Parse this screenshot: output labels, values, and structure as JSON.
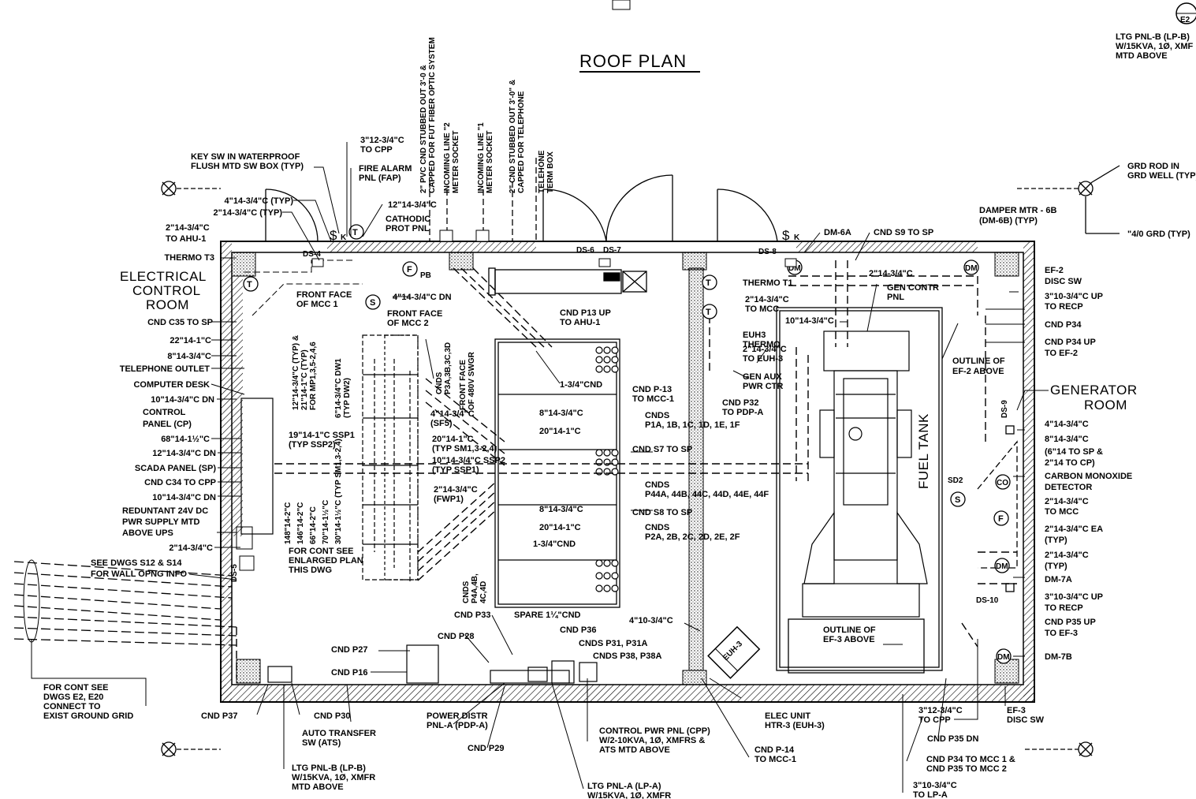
{
  "title": "ROOF PLAN",
  "rooms": {
    "electrical_control": [
      "ELECTRICAL",
      "CONTROL",
      "ROOM"
    ],
    "generator": [
      "GENERATOR",
      "ROOM"
    ],
    "fuel_tank": "FUEL TANK"
  },
  "top_callouts": [
    {
      "lines": [
        "KEY SW IN WATERPROOF",
        "FLUSH MTD SW BOX (TYP)"
      ]
    },
    {
      "lines": [
        "3\"12-3/4\"C",
        "TO CPP"
      ]
    },
    {
      "lines": [
        "FIRE ALARM",
        "PNL (FAP)"
      ]
    },
    {
      "lines": [
        "12\"14-3/4\"C"
      ]
    },
    {
      "lines": [
        "CATHODIC",
        "PROT PNL"
      ]
    }
  ],
  "vertical_callouts": [
    [
      "2\" PVC CND STUBBED OUT 3'-0 &",
      "CAPPED FOR FUT FIBER OPTIC SYSTEM"
    ],
    [
      "INCOMING LINE \"2",
      "METER SOCKET"
    ],
    [
      "INCOMING LINE \"1",
      "METER SOCKET"
    ],
    [
      "2\" CND STUBBED OUT 3'-0\" &",
      "CAPPED FOR TELEPHONE"
    ],
    [
      "TELEHONE",
      "TERM BOX"
    ]
  ],
  "left_callouts": [
    "4\"14-3/4\"C (TYP)",
    "2\"14-3/4\"C (TYP)",
    "2\"14-3/4\"C",
    "TO AHU-1",
    "THERMO T3",
    "CND C35 TO SP",
    "22\"14-1\"C",
    "8\"14-3/4\"C",
    "TELEPHONE OUTLET",
    "COMPUTER DESK",
    "10\"14-3/4\"C DN",
    "CONTROL",
    "PANEL (CP)",
    "68\"14-1½\"C",
    "12\"14-3/4\"C DN",
    "SCADA PANEL (SP)",
    "CND C34 TO CPP",
    "10\"14-3/4\"C DN",
    "REDUNTANT 24V DC",
    "PWR SUPPLY MTD",
    "ABOVE UPS",
    "2\"14-3/4\"C",
    "SEE DWGS S12 & S14",
    "FOR WALL OPNG INFO"
  ],
  "interior_notes": [
    {
      "lines": [
        "FRONT FACE",
        "OF MCC 1"
      ]
    },
    {
      "lines": [
        "FRONT FACE",
        "OF MCC 2"
      ]
    },
    {
      "lines": [
        "4\"14-3/4\"C DN"
      ]
    },
    {
      "lines": [
        "CNDS",
        "P3A,3B,3C,3D"
      ]
    },
    {
      "lines": [
        "FRONT FACE",
        "OF 480V SWGR"
      ]
    },
    {
      "lines": [
        "CND P13 UP",
        "TO AHU-1"
      ]
    },
    {
      "lines": [
        "1-3/4\"CND"
      ]
    },
    {
      "lines": [
        "8\"14-3/4\"C"
      ]
    },
    {
      "lines": [
        "20\"14-1\"C"
      ]
    },
    {
      "lines": [
        "4\"14-3/4\"C",
        "(SF5)"
      ]
    },
    {
      "lines": [
        "20\"14-1\"C",
        "(TYP SM1,3-2,4)"
      ]
    },
    {
      "lines": [
        "10\"14-3/4\"C SSP2",
        "(TYP SSP1)"
      ]
    },
    {
      "lines": [
        "19\"14-1\"C SSP1",
        "(TYP SSP2)"
      ]
    },
    {
      "lines": [
        "2\"14-3/4\"C",
        "(FWP1)"
      ]
    },
    {
      "lines": [
        "8\"14-3/4\"C"
      ]
    },
    {
      "lines": [
        "20\"14-1\"C"
      ]
    },
    {
      "lines": [
        "1-3/4\"CND"
      ]
    },
    {
      "lines": [
        "CND P-13",
        "TO MCC-1"
      ]
    },
    {
      "lines": [
        "CNDS",
        "P1A, 1B, 1C, 1D, 1E, 1F"
      ]
    },
    {
      "lines": [
        "CND S7 TO SP"
      ]
    },
    {
      "lines": [
        "CNDS",
        "P44A, 44B, 44C, 44D, 44E, 44F"
      ]
    },
    {
      "lines": [
        "CND S8 TO SP"
      ]
    },
    {
      "lines": [
        "CNDS",
        "P2A, 2B, 2C, 2D, 2E, 2F"
      ]
    },
    {
      "lines": [
        "FOR CONT SEE",
        "ENLARGED PLAN",
        "THIS DWG"
      ]
    },
    {
      "lines": [
        "CNDS",
        "P4A,4B,",
        "4C,4D"
      ]
    }
  ],
  "mcc_vertical": [
    "12\"14-3/4\"C (TYP) &",
    "21\"14-1\"C (TYP)",
    "FOR MP1,3,5-2,4,6",
    "6\"14-3/4\"C DW1",
    "(TYP DW2)",
    "148\"14-2\"C",
    "146\"14-2\"C",
    "66\"14-2\"C",
    "70\"14-1½\"C",
    "30\"14-1½\"C (TYP SM1,3-2,4)"
  ],
  "center_notes": [
    {
      "lines": [
        "THERMO T1"
      ]
    },
    {
      "lines": [
        "2\"14-3/4\"C",
        "TO MCC"
      ]
    },
    {
      "lines": [
        "EUH3",
        "THERMO"
      ]
    },
    {
      "lines": [
        "2\"14-3/4\"C",
        "TO EUH-3"
      ]
    },
    {
      "lines": [
        "GEN AUX",
        "PWR CTR"
      ]
    },
    {
      "lines": [
        "CND P32",
        "TO PDP-A"
      ]
    },
    {
      "lines": [
        "10\"14-3/4\"C"
      ]
    },
    {
      "lines": [
        "2\"14-3/4\"C"
      ]
    },
    {
      "lines": [
        "GEN CONTR",
        "PNL"
      ]
    },
    {
      "lines": [
        "DM-6A"
      ]
    },
    {
      "lines": [
        "CND S9 TO SP"
      ]
    },
    {
      "lines": [
        "4\"10-3/4\"C"
      ]
    },
    {
      "lines": [
        "OUTLINE OF",
        "EF-3 ABOVE"
      ]
    }
  ],
  "right_callouts": [
    "DAMPER MTR - 6B",
    "(DM-6B) (TYP)",
    "EF-2",
    "DISC SW",
    "3\"10-3/4\"C UP",
    "TO RECP",
    "CND P34",
    "CND P34 UP",
    "TO EF-2",
    "OUTLINE OF",
    "EF-2 ABOVE",
    "4\"14-3/4\"C",
    "8\"14-3/4\"C",
    "(6\"14 TO SP &",
    "2\"14 TO CP)",
    "CARBON MONOXIDE",
    "DETECTOR",
    "2\"14-3/4\"C",
    "TO MCC",
    "2\"14-3/4\"C EA",
    "(TYP)",
    "2\"14-3/4\"C",
    "(TYP)",
    "DM-7A",
    "3\"10-3/4\"C UP",
    "TO RECP",
    "CND P35 UP",
    "TO EF-3",
    "DM-7B"
  ],
  "top_right": {
    "ltg_pnl_b": [
      "LTG PNL-B (LP-B)",
      "W/15KVA, 1Ø, XMF",
      "MTD ABOVE"
    ],
    "grd_rod": [
      "GRD ROD IN",
      "GRD WELL (TYP)"
    ],
    "grd": "\"4/0 GRD (TYP)",
    "sheet_ref": "E2"
  },
  "bottom_callouts": [
    {
      "lines": [
        "FOR CONT SEE",
        "DWGS E2, E20",
        "CONNECT TO",
        "EXIST GROUND GRID"
      ]
    },
    {
      "lines": [
        "CND P37"
      ]
    },
    {
      "lines": [
        "CND P30"
      ]
    },
    {
      "lines": [
        "AUTO TRANSFER",
        "SW (ATS)"
      ]
    },
    {
      "lines": [
        "LTG PNL-B (LP-B)",
        "W/15KVA, 1Ø, XMFR",
        "MTD ABOVE"
      ]
    },
    {
      "lines": [
        "POWER DISTR",
        "PNL-A (PDP-A)"
      ]
    },
    {
      "lines": [
        "CND P29"
      ]
    },
    {
      "lines": [
        "LTG PNL-A (LP-A)",
        "W/15KVA, 1Ø, XMFR"
      ]
    },
    {
      "lines": [
        "CONTROL PWR PNL (CPP)",
        "W/2-10KVA, 1Ø, XMFRS &",
        "ATS MTD ABOVE"
      ]
    },
    {
      "lines": [
        "CND P-14",
        "TO MCC-1"
      ]
    },
    {
      "lines": [
        "ELEC UNIT",
        "HTR-3 (EUH-3)"
      ]
    },
    {
      "lines": [
        "3\"12-3/4\"C",
        "TO CPP"
      ]
    },
    {
      "lines": [
        "CND P35 DN"
      ]
    },
    {
      "lines": [
        "EF-3",
        "DISC SW"
      ]
    },
    {
      "lines": [
        "CND P34 TO MCC 1 &",
        "CND P35 TO MCC 2"
      ]
    },
    {
      "lines": [
        "3\"10-3/4\"C",
        "TO LP-A"
      ]
    },
    {
      "lines": [
        "CND P33"
      ]
    },
    {
      "lines": [
        "SPARE 1¼\"CND"
      ]
    },
    {
      "lines": [
        "CND P36"
      ]
    },
    {
      "lines": [
        "CNDS P31, P31A"
      ]
    },
    {
      "lines": [
        "CNDS P38, P38A"
      ]
    },
    {
      "lines": [
        "CND P28"
      ]
    },
    {
      "lines": [
        "CND P27"
      ]
    },
    {
      "lines": [
        "CND P16"
      ]
    }
  ],
  "tags": {
    "ds4": "DS-4",
    "ds5": "DS-5",
    "ds6": "DS-6",
    "ds7": "DS-7",
    "ds8": "DS-8",
    "ds9": "DS-9",
    "ds10": "DS-10",
    "sd2": "SD2",
    "pb": "PB",
    "euh3_tag": "EUH-3"
  },
  "symbols": {
    "t": "T",
    "s": "S",
    "f": "F",
    "dm": "DM",
    "co": "CO",
    "k": "K",
    "dollar": "$"
  }
}
